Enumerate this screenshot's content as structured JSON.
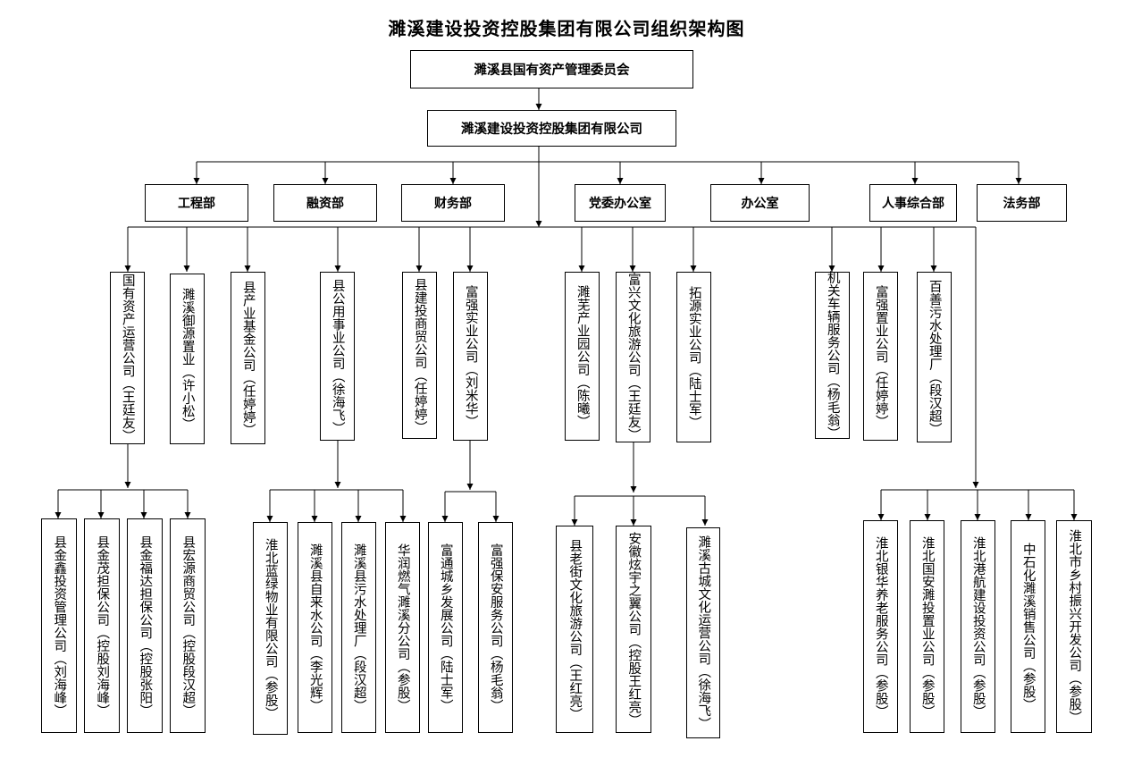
{
  "title": "濉溪建设投资控股集团有限公司组织架构图",
  "top": {
    "commission": "濉溪县国有资产管理委员会",
    "group": "濉溪建设投资控股集团有限公司"
  },
  "departments": [
    "工程部",
    "融资部",
    "财务部",
    "党委办公室",
    "办公室",
    "人事综合部",
    "法务部"
  ],
  "subsidiaries": [
    "国有资产运营公司（王廷友）",
    "濉溪御源置业（许小松）",
    "县产业基金公司（任婷婷）",
    "县公用事业公司（徐海飞）",
    "县建投商贸公司（任婷婷）",
    "富强实业公司（刘米华）",
    "濉芜产业园公司（陈曦）",
    "富兴文化旅游公司（王廷友）",
    "拓源实业公司（陆士军）",
    "机关车辆服务公司（杨毛翁）",
    "富强置业公司（任婷婷）",
    "百善污水处理厂（段汉超）"
  ],
  "third_level": [
    "县金鑫投资管理公司（刘海峰）",
    "县金茂担保公司（控股刘海峰）",
    "县金福达担保公司（控股张阳）",
    "县宏源商贸公司（控股段汉超）",
    "淮北蓝绿物业有限公司（参股）",
    "濉溪县自来水公司（李光辉）",
    "濉溪县污水处理厂（段汉超）",
    "华润燃气濉溪分公司（参股）",
    "富通城乡发展公司（陆士军）",
    "富强保安服务公司（杨毛翁）",
    "县老街文化旅游公司（王红亮）",
    "安徽炫宇之翼公司（控股王红亮）",
    "濉溪古城文化运营公司（徐海飞）",
    "淮北银华养老服务公司（参股）",
    "淮北国安濉投置业公司（参股）",
    "淮北港航建设投资公司（参股）",
    "中石化濉溪销售公司（参股）",
    "淮北市乡村振兴开发公司（参股）"
  ]
}
